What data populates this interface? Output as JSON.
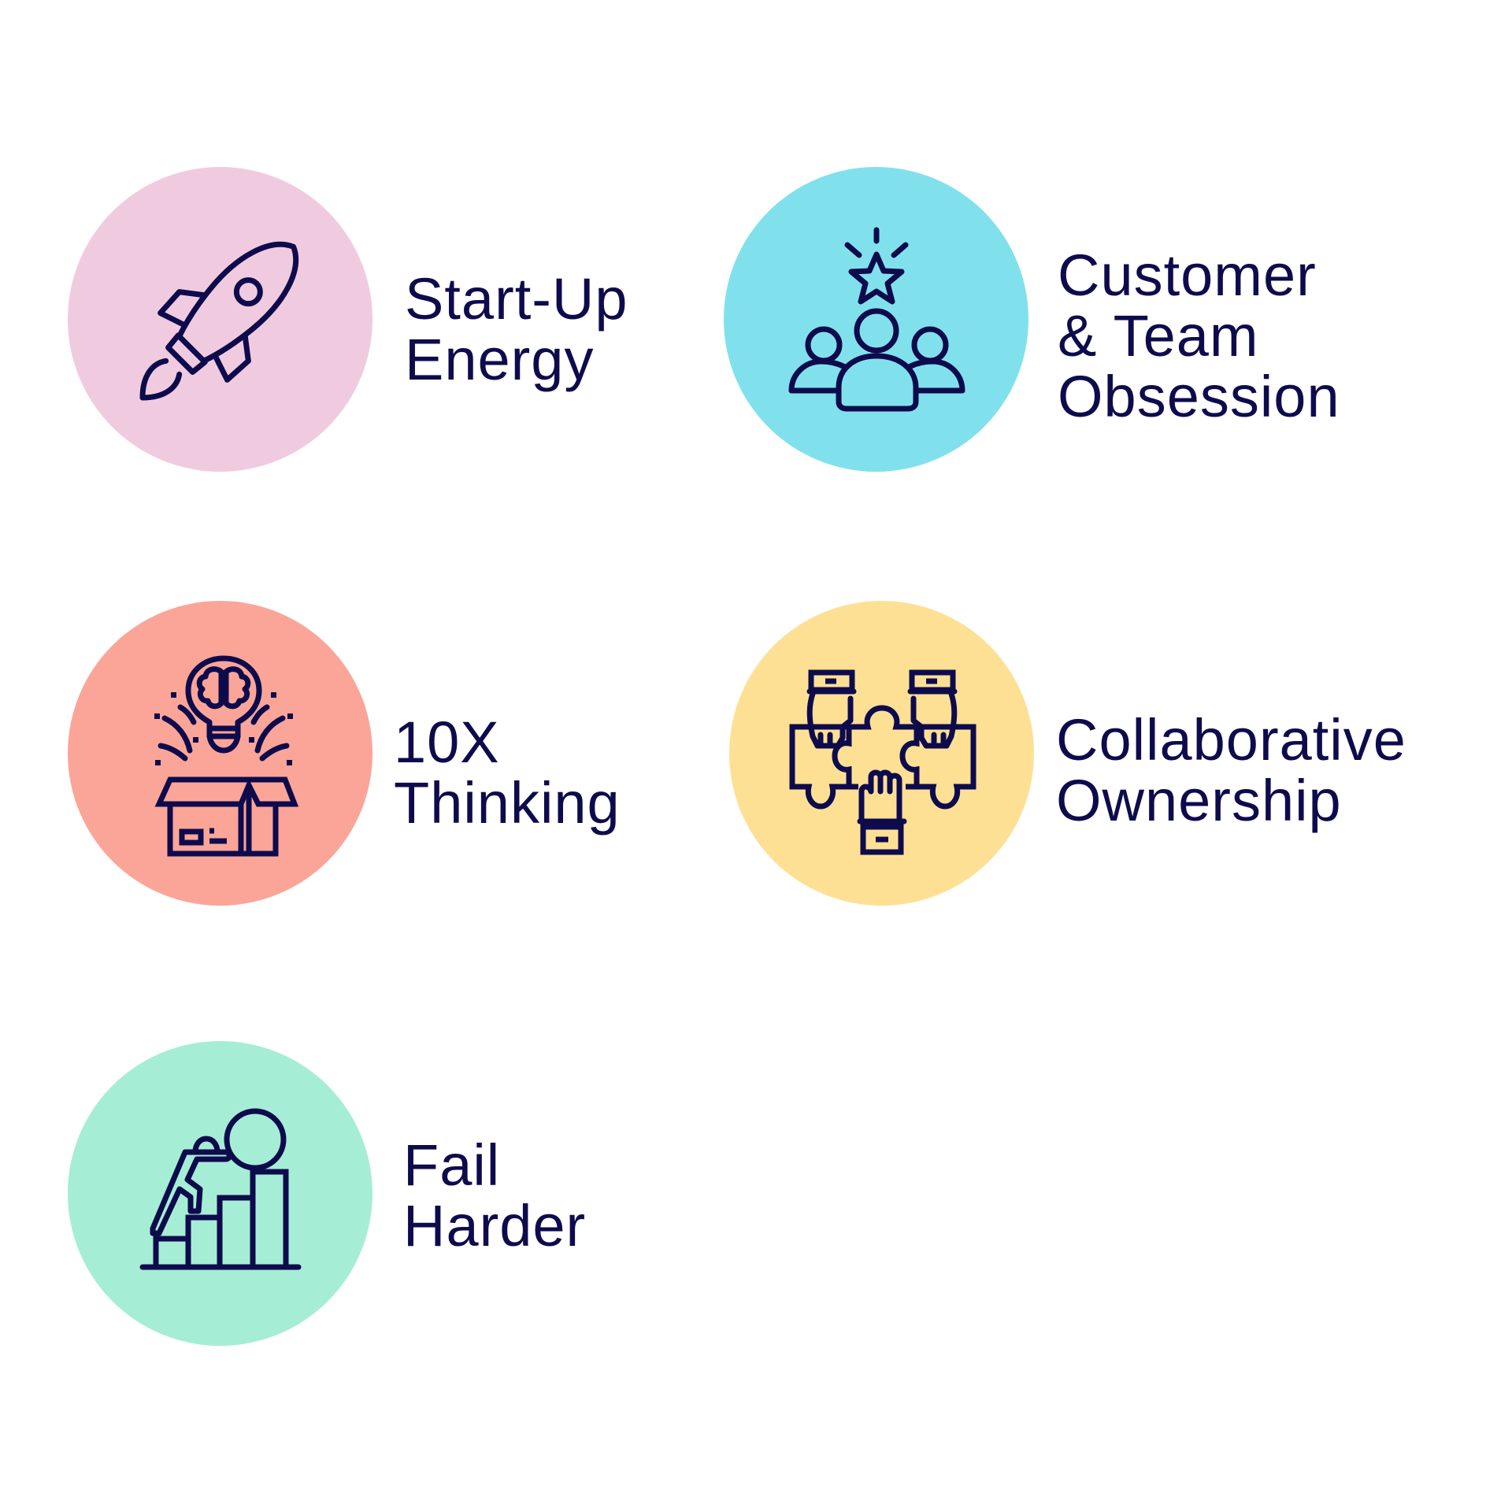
{
  "colors": {
    "text": "#0e0b4d",
    "icon_stroke": "#0e0b4d",
    "background": "#ffffff"
  },
  "values": [
    {
      "id": "startup-energy",
      "icon": "rocket-icon",
      "circle_color": "#f0cbdf",
      "lines": [
        "Start-Up",
        "Energy"
      ]
    },
    {
      "id": "customer-team-obsession",
      "icon": "team-star-icon",
      "circle_color": "#80e1ed",
      "lines": [
        "Customer",
        "& Team",
        "Obsession"
      ]
    },
    {
      "id": "10x-thinking",
      "icon": "lightbulb-box-icon",
      "circle_color": "#fba598",
      "lines": [
        "10X",
        "Thinking"
      ]
    },
    {
      "id": "collaborative-ownership",
      "icon": "puzzle-hands-icon",
      "circle_color": "#fee095",
      "lines": [
        "Collaborative",
        "Ownership"
      ]
    },
    {
      "id": "fail-harder",
      "icon": "climbing-bars-icon",
      "circle_color": "#a6edd6",
      "lines": [
        "Fail",
        "Harder"
      ]
    }
  ]
}
